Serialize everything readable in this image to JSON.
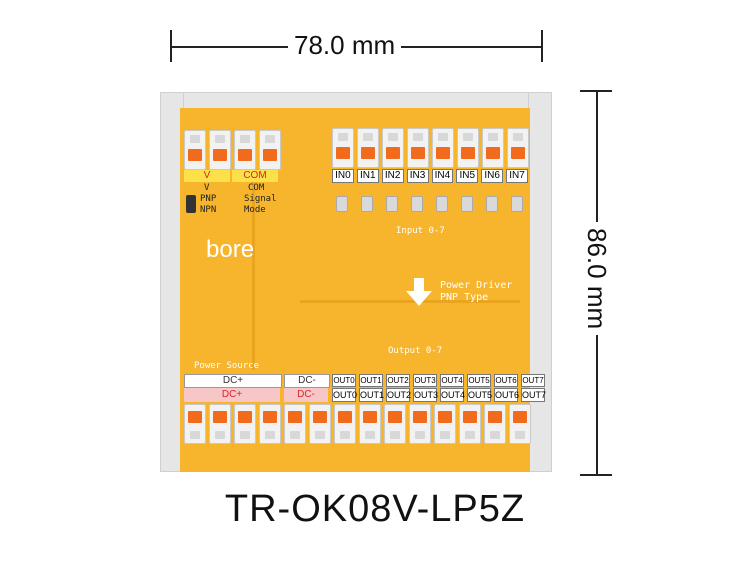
{
  "dimensions": {
    "width_label": "78.0 mm",
    "height_label": "86.0 mm"
  },
  "power": {
    "v_label": "V",
    "com_label": "COM",
    "v_small": "V",
    "com_small": "COM",
    "pnp_label": "PNP",
    "npn_label": "NPN",
    "signal_label": "Signal",
    "mode_label": "Mode"
  },
  "brand": "bore",
  "inputs": {
    "labels": [
      "IN0",
      "IN1",
      "IN2",
      "IN3",
      "IN4",
      "IN5",
      "IN6",
      "IN7"
    ],
    "group_label": "Input 0-7"
  },
  "driver": {
    "line1": "Power Driver",
    "line2": "PNP Type"
  },
  "outputs": {
    "group_label": "Output 0-7",
    "labels": [
      "OUT0",
      "OUT1",
      "OUT2",
      "OUT3",
      "OUT4",
      "OUT5",
      "OUT6",
      "OUT7"
    ]
  },
  "power_source": {
    "label": "Power Source",
    "dc_plus": "DC+",
    "dc_minus": "DC-"
  },
  "model": "TR-OK08V-LP5Z",
  "colors": {
    "board": "#f6b52c",
    "lever": "#f26a1b",
    "accent_pink": "#f7c7c7"
  }
}
